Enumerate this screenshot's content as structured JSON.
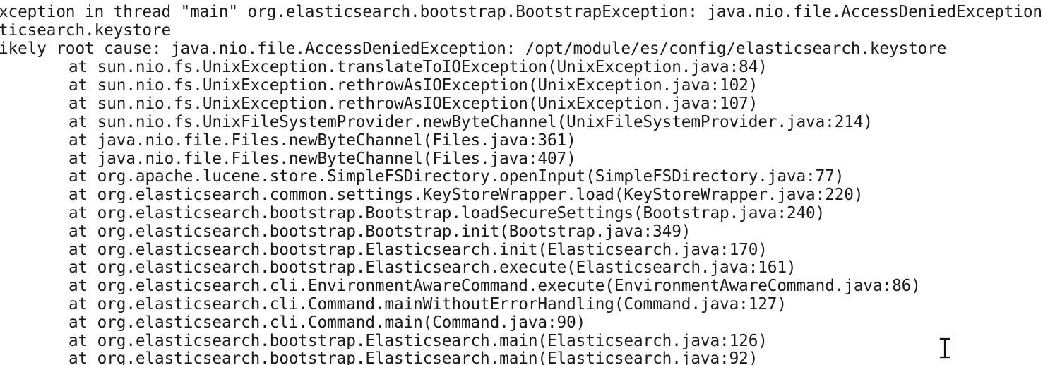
{
  "terminal": {
    "header_lines": [
      "xception in thread \"main\" org.elasticsearch.bootstrap.BootstrapException: java.nio.file.AccessDeniedException",
      "ticsearch.keystore",
      "ikely root cause: java.nio.file.AccessDeniedException: /opt/module/es/config/elasticsearch.keystore"
    ],
    "stack_frames": [
      "at sun.nio.fs.UnixException.translateToIOException(UnixException.java:84)",
      "at sun.nio.fs.UnixException.rethrowAsIOException(UnixException.java:102)",
      "at sun.nio.fs.UnixException.rethrowAsIOException(UnixException.java:107)",
      "at sun.nio.fs.UnixFileSystemProvider.newByteChannel(UnixFileSystemProvider.java:214)",
      "at java.nio.file.Files.newByteChannel(Files.java:361)",
      "at java.nio.file.Files.newByteChannel(Files.java:407)",
      "at org.apache.lucene.store.SimpleFSDirectory.openInput(SimpleFSDirectory.java:77)",
      "at org.elasticsearch.common.settings.KeyStoreWrapper.load(KeyStoreWrapper.java:220)",
      "at org.elasticsearch.bootstrap.Bootstrap.loadSecureSettings(Bootstrap.java:240)",
      "at org.elasticsearch.bootstrap.Bootstrap.init(Bootstrap.java:349)",
      "at org.elasticsearch.bootstrap.Elasticsearch.init(Elasticsearch.java:170)",
      "at org.elasticsearch.bootstrap.Elasticsearch.execute(Elasticsearch.java:161)",
      "at org.elasticsearch.cli.EnvironmentAwareCommand.execute(EnvironmentAwareCommand.java:86)",
      "at org.elasticsearch.cli.Command.mainWithoutErrorHandling(Command.java:127)",
      "at org.elasticsearch.cli.Command.main(Command.java:90)",
      "at org.elasticsearch.bootstrap.Elasticsearch.main(Elasticsearch.java:126)",
      "at org.elasticsearch.bootstrap.Elasticsearch.main(Elasticsearch.java:92)"
    ],
    "colors": {
      "background": "#ffffff",
      "text": "#1a1a1a"
    },
    "cursor_icon": "text-cursor-icon"
  }
}
